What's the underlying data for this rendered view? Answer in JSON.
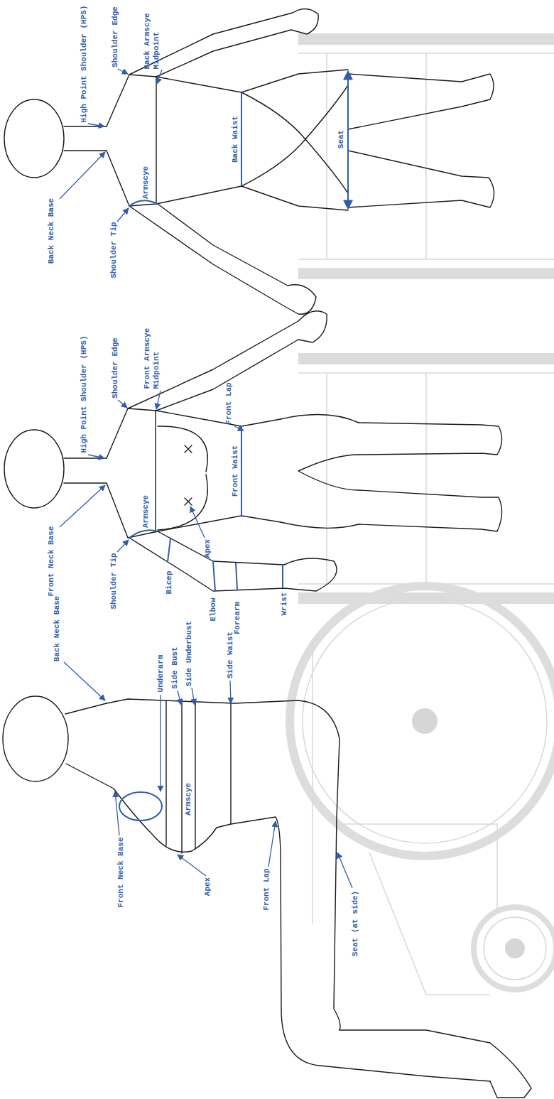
{
  "diagram": {
    "labels": [
      "High Point Shoulder (HPS)",
      "Shoulder Edge",
      "Back Neck Base",
      "Back Armscye Midpoint",
      "Armscye",
      "Shoulder Tip",
      "Back Waist",
      "Seat",
      "High Point Shoulder (HPS)",
      "Front Armscye Midpoint",
      "Shoulder Edge",
      "Front Neck Base",
      "Front Lap",
      "Armscye",
      "Shoulder Tip",
      "Front Waist",
      "Apex",
      "Bicep",
      "Elbow",
      "Forearm",
      "Wrist",
      "Back Neck Base",
      "Underarm",
      "Side Bust",
      "Side Underbust",
      "Side Waist",
      "Armscye",
      "Front Neck Base",
      "Apex",
      "Front Lap",
      "Seat (at side)"
    ]
  }
}
